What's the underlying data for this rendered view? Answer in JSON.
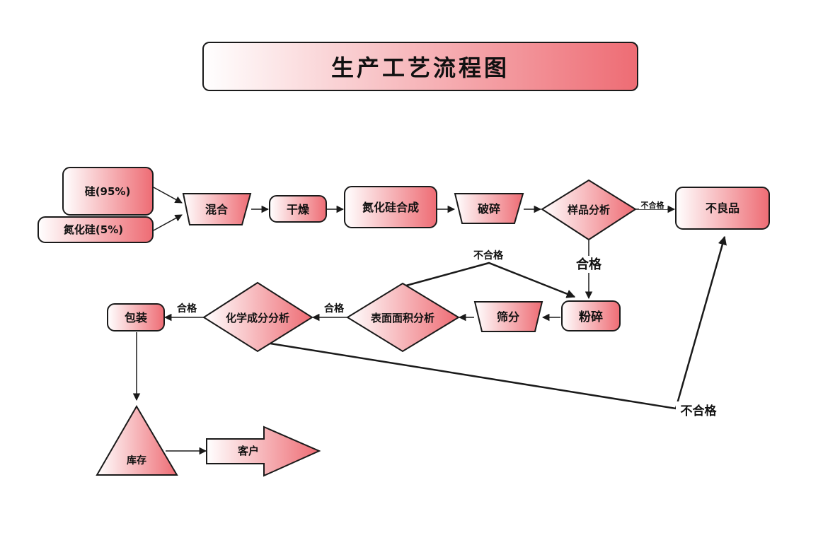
{
  "title": "生产工艺流程图",
  "nodes": {
    "silicon": "硅(95%)",
    "silicon_nitride": "氮化硅(5%)",
    "mix": "混合",
    "dry": "干燥",
    "synthesis": "氮化硅合成",
    "crush1": "破碎",
    "sample_analysis": "样品分析",
    "defective": "不良品",
    "pulverize": "粉碎",
    "sieve": "筛分",
    "surface_area_analysis": "表面面积分析",
    "chemical_analysis": "化学成分分析",
    "packaging": "包装",
    "inventory": "库存",
    "customer": "客户"
  },
  "edges": {
    "sample_fail": "不合格",
    "sample_pass": "合格",
    "surface_fail": "不合格",
    "surface_pass": "合格",
    "chem_pass": "合格",
    "chem_fail": "不合格"
  },
  "colors": {
    "gradient_start": "#ffffff",
    "gradient_end": "#ee6c74",
    "stroke": "#1a1a1a"
  }
}
